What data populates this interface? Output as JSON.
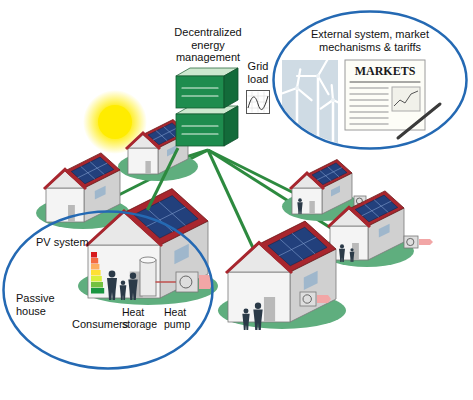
{
  "diagram": {
    "nodes": [
      {
        "text": [
          "External system, market mechanisms & tariffs"
        ]
      },
      {
        "text": [
          "Decentralized energy management"
        ]
      },
      {
        "text": [
          "Grid load"
        ]
      },
      {
        "text": [
          "PV system",
          "Passive house",
          "Consumers",
          "Heat storage",
          "Heat pump"
        ]
      }
    ],
    "edges": [
      {
        "from": 3,
        "to": 1,
        "arrow": "none"
      }
    ],
    "labels": [
      "MARKETS"
    ]
  }
}
